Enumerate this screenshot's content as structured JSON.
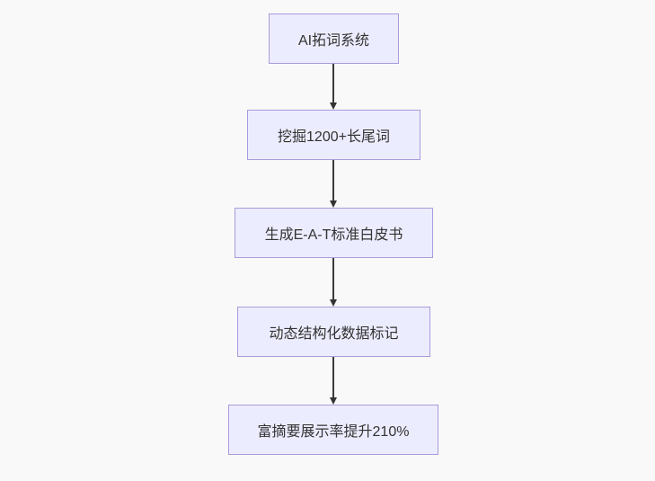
{
  "diagram": {
    "type": "flowchart",
    "direction": "top-to-bottom",
    "nodes": [
      {
        "id": "node-1",
        "label": "AI拓词系统"
      },
      {
        "id": "node-2",
        "label": "挖掘1200+长尾词"
      },
      {
        "id": "node-3",
        "label": "生成E-A-T标准白皮书"
      },
      {
        "id": "node-4",
        "label": "动态结构化数据标记"
      },
      {
        "id": "node-5",
        "label": "富摘要展示率提升210%"
      }
    ],
    "edges": [
      {
        "from": "node-1",
        "to": "node-2",
        "style": "solid-arrow"
      },
      {
        "from": "node-2",
        "to": "node-3",
        "style": "solid-arrow"
      },
      {
        "from": "node-3",
        "to": "node-4",
        "style": "solid-arrow"
      },
      {
        "from": "node-4",
        "to": "node-5",
        "style": "solid-arrow"
      }
    ],
    "colors": {
      "canvas_background": "#f9f9f9",
      "node_fill": "#ececff",
      "node_border": "#a99bdc",
      "node_text": "#333333",
      "arrow": "#333333"
    }
  }
}
